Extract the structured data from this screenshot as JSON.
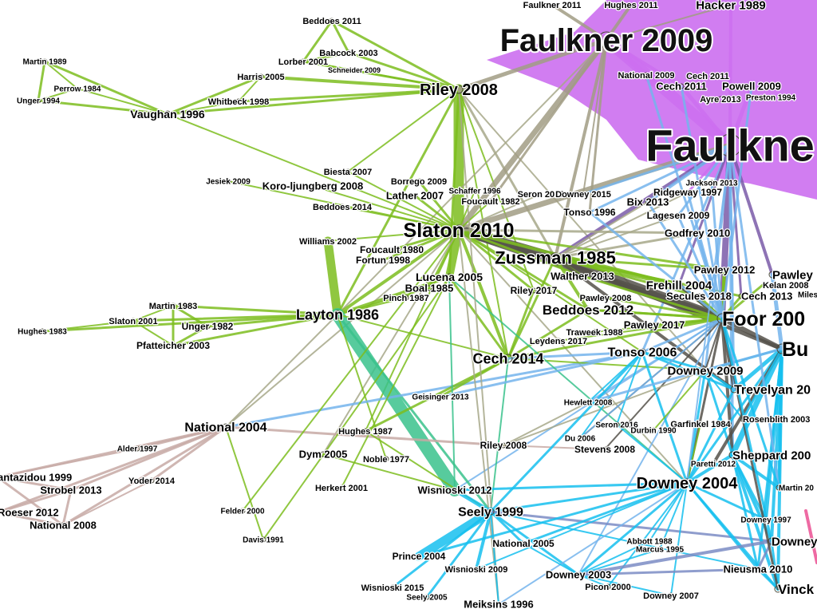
{
  "colors": {
    "green": "#7cbd1e",
    "olive": "#a7a88a",
    "tan": "#a19c84",
    "teal": "#3ac28c",
    "cyan": "#16c0ef",
    "sky": "#74b4ec",
    "rose": "#c7a9a4",
    "magenta": "#cc6ff0",
    "purple": "#7a5ba8",
    "dark": "#55514a",
    "slate": "#7b8cc4",
    "pink": "#ee6aa3"
  },
  "nodes": [
    {
      "id": "faulkner2009",
      "label": "Faulkner 2009"
    },
    {
      "id": "faulknerBig",
      "label": "Faulkne"
    },
    {
      "id": "faulkner2011",
      "label": "Faulkner 2011"
    },
    {
      "id": "hughes2011",
      "label": "Hughes 2011"
    },
    {
      "id": "hacker1989",
      "label": "Hacker 1989"
    },
    {
      "id": "national2009",
      "label": "National 2009"
    },
    {
      "id": "cech2011b",
      "label": "Cech 2011"
    },
    {
      "id": "cech2011",
      "label": "Cech 2011"
    },
    {
      "id": "powell2009",
      "label": "Powell 2009"
    },
    {
      "id": "ayre2013",
      "label": "Ayre 2013"
    },
    {
      "id": "preston1994",
      "label": "Preston 1994"
    },
    {
      "id": "riley2008",
      "label": "Riley 2008"
    },
    {
      "id": "beddoes2011",
      "label": "Beddoes 2011"
    },
    {
      "id": "babcock2003",
      "label": "Babcock 2003"
    },
    {
      "id": "lorber2001",
      "label": "Lorber 2001"
    },
    {
      "id": "schneider2009",
      "label": "Schneider 2009"
    },
    {
      "id": "harris2005",
      "label": "Harris 2005"
    },
    {
      "id": "whitbeck1998",
      "label": "Whitbeck 1998"
    },
    {
      "id": "martin1989",
      "label": "Martin 1989"
    },
    {
      "id": "perrow1984",
      "label": "Perrow 1984"
    },
    {
      "id": "unger1994",
      "label": "Unger 1994"
    },
    {
      "id": "vaughan1996",
      "label": "Vaughan 1996"
    },
    {
      "id": "jesiek2009",
      "label": "Jesiek 2009"
    },
    {
      "id": "biesta2007",
      "label": "Biesta 2007"
    },
    {
      "id": "koro2008",
      "label": "Koro-ljungberg 2008"
    },
    {
      "id": "borrego2009",
      "label": "Borrego 2009"
    },
    {
      "id": "lather2007",
      "label": "Lather 2007"
    },
    {
      "id": "schaffer1996",
      "label": "Schaffer 1996"
    },
    {
      "id": "foucault1982",
      "label": "Foucault 1982"
    },
    {
      "id": "seron2018",
      "label": "Seron 2018"
    },
    {
      "id": "downey2015",
      "label": "Downey 2015"
    },
    {
      "id": "jackson2013",
      "label": "Jackson 2013"
    },
    {
      "id": "bix2013",
      "label": "Bix 2013"
    },
    {
      "id": "ridgeway1997",
      "label": "Ridgeway 1997"
    },
    {
      "id": "beddoes2014",
      "label": "Beddoes 2014"
    },
    {
      "id": "tonso1996",
      "label": "Tonso 1996"
    },
    {
      "id": "lagesen2009",
      "label": "Lagesen 2009"
    },
    {
      "id": "slaton2010",
      "label": "Slaton 2010"
    },
    {
      "id": "godfrey2010",
      "label": "Godfrey 2010"
    },
    {
      "id": "williams2002",
      "label": "Williams 2002"
    },
    {
      "id": "foucault1980",
      "label": "Foucault 1980"
    },
    {
      "id": "fortun1998",
      "label": "Fortun 1998"
    },
    {
      "id": "zussman1985",
      "label": "Zussman 1985"
    },
    {
      "id": "lucena2005",
      "label": "Lucena 2005"
    },
    {
      "id": "walther2013",
      "label": "Walther 2013"
    },
    {
      "id": "pawley2012",
      "label": "Pawley 2012"
    },
    {
      "id": "pawleyR",
      "label": "Pawley"
    },
    {
      "id": "kelan2008",
      "label": "Kelan 2008"
    },
    {
      "id": "miles",
      "label": "Miles"
    },
    {
      "id": "boal1985",
      "label": "Boal 1985"
    },
    {
      "id": "riley2017",
      "label": "Riley 2017"
    },
    {
      "id": "frehill2004",
      "label": "Frehill 2004"
    },
    {
      "id": "pinch1987",
      "label": "Pinch 1987"
    },
    {
      "id": "pawley2008",
      "label": "Pawley 2008"
    },
    {
      "id": "secules2018",
      "label": "Secules 2018"
    },
    {
      "id": "cech2013",
      "label": "Cech 2013"
    },
    {
      "id": "foor200",
      "label": "Foor 200"
    },
    {
      "id": "martin1983",
      "label": "Martin 1983"
    },
    {
      "id": "layton1986",
      "label": "Layton 1986"
    },
    {
      "id": "beddoes2012",
      "label": "Beddoes 2012"
    },
    {
      "id": "slaton2001",
      "label": "Slaton 2001"
    },
    {
      "id": "hughes1983",
      "label": "Hughes 1983"
    },
    {
      "id": "unger1982",
      "label": "Unger 1982"
    },
    {
      "id": "traweek1988",
      "label": "Traweek 1988"
    },
    {
      "id": "pawley2017",
      "label": "Pawley 2017"
    },
    {
      "id": "leydens2017",
      "label": "Leydens 2017"
    },
    {
      "id": "bu",
      "label": "Bu"
    },
    {
      "id": "pfatteicher2003",
      "label": "Pfatteicher 2003"
    },
    {
      "id": "cech2014",
      "label": "Cech 2014"
    },
    {
      "id": "tonso2006",
      "label": "Tonso 2006"
    },
    {
      "id": "downey2009",
      "label": "Downey 2009"
    },
    {
      "id": "trevelyan20",
      "label": "Trevelyan 20"
    },
    {
      "id": "geisinger2013",
      "label": "Geisinger 2013"
    },
    {
      "id": "hewlett2008",
      "label": "Hewlett 2008"
    },
    {
      "id": "national2004",
      "label": "National 2004"
    },
    {
      "id": "hughes1987",
      "label": "Hughes 1987"
    },
    {
      "id": "seron2016",
      "label": "Seron 2016"
    },
    {
      "id": "garfinkel1984",
      "label": "Garfinkel 1984"
    },
    {
      "id": "rosenblith2003",
      "label": "Rosenblith 2003"
    },
    {
      "id": "durbin1990",
      "label": "Durbin 1990"
    },
    {
      "id": "du2006",
      "label": "Du 2006"
    },
    {
      "id": "alder1997",
      "label": "Alder 1997"
    },
    {
      "id": "riley2008b",
      "label": "Riley 2008"
    },
    {
      "id": "stevens2008",
      "label": "Stevens 2008"
    },
    {
      "id": "sheppard200",
      "label": "Sheppard 200"
    },
    {
      "id": "dym2005",
      "label": "Dym 2005"
    },
    {
      "id": "noble1977",
      "label": "Noble 1977"
    },
    {
      "id": "paretti2012",
      "label": "Paretti 2012"
    },
    {
      "id": "antazidou1999",
      "label": "antazidou 1999"
    },
    {
      "id": "yoder2014",
      "label": "Yoder 2014"
    },
    {
      "id": "strobel2013",
      "label": "Strobel 2013"
    },
    {
      "id": "downey2004",
      "label": "Downey 2004"
    },
    {
      "id": "herkert2001",
      "label": "Herkert 2001"
    },
    {
      "id": "wisnioski2012",
      "label": "Wisnioski 2012"
    },
    {
      "id": "martin20",
      "label": "Martin 20"
    },
    {
      "id": "roeser2012",
      "label": "Roeser 2012"
    },
    {
      "id": "felder2000",
      "label": "Felder 2000"
    },
    {
      "id": "seely1999",
      "label": "Seely 1999"
    },
    {
      "id": "national2008",
      "label": "National 2008"
    },
    {
      "id": "downey1997",
      "label": "Downey 1997"
    },
    {
      "id": "davis1991",
      "label": "Davis 1991"
    },
    {
      "id": "national2005",
      "label": "National 2005"
    },
    {
      "id": "abbott1988",
      "label": "Abbott 1988"
    },
    {
      "id": "downeyR",
      "label": "Downey"
    },
    {
      "id": "marcus1995",
      "label": "Marcus 1995"
    },
    {
      "id": "prince2004",
      "label": "Prince 2004"
    },
    {
      "id": "wisnioski2009",
      "label": "Wisnioski 2009"
    },
    {
      "id": "downey2003",
      "label": "Downey 2003"
    },
    {
      "id": "nieusma2010",
      "label": "Nieusma 2010"
    },
    {
      "id": "wisnioski2015",
      "label": "Wisnioski 2015"
    },
    {
      "id": "picon2000",
      "label": "Picon 2000"
    },
    {
      "id": "vinck",
      "label": "Vinck"
    },
    {
      "id": "seely2005",
      "label": "Seely 2005"
    },
    {
      "id": "downey2007",
      "label": "Downey 2007"
    },
    {
      "id": "meiksins1996",
      "label": "Meiksins 1996"
    }
  ]
}
